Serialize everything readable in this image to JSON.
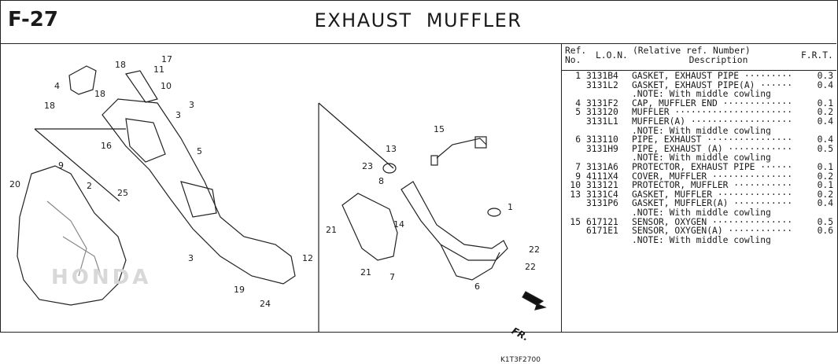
{
  "header": {
    "figure_id": "F-27",
    "title": "EXHAUST  MUFFLER"
  },
  "illustration": {
    "drawing_code": "K1T3F2700",
    "direction_label": "FR.",
    "brand_watermark": "HONDA",
    "part_labels": [
      "18",
      "17",
      "11",
      "4",
      "10",
      "18",
      "18",
      "3",
      "3",
      "16",
      "5",
      "9",
      "25",
      "2",
      "20",
      "3",
      "19",
      "24",
      "12",
      "15",
      "13",
      "23",
      "8",
      "1",
      "21",
      "14",
      "22",
      "22",
      "21",
      "7",
      "6"
    ]
  },
  "table": {
    "headers": {
      "ref_line1": "Ref.",
      "ref_line2": "No.",
      "lon": "L.O.N.",
      "desc_line1": "(Relative ref. Number)",
      "desc_line2": "Description",
      "frt": "F.R.T."
    },
    "rows": [
      {
        "ref": "1",
        "lon": "3131B4",
        "desc": "GASKET, EXHAUST PIPE ·········",
        "frt": "0.3"
      },
      {
        "ref": "",
        "lon": "3131L2",
        "desc": "GASKET, EXHAUST PIPE(A) ······",
        "frt": "0.4"
      },
      {
        "ref": "",
        "lon": "",
        "desc": ".NOTE: With middle cowling",
        "frt": ""
      },
      {
        "ref": "4",
        "lon": "3131F2",
        "desc": "CAP, MUFFLER END ·············",
        "frt": "0.1"
      },
      {
        "ref": "5",
        "lon": "313120",
        "desc": "MUFFLER ······················",
        "frt": "0.2"
      },
      {
        "ref": "",
        "lon": "3131L1",
        "desc": "MUFFLER(A) ···················",
        "frt": "0.4"
      },
      {
        "ref": "",
        "lon": "",
        "desc": ".NOTE: With middle cowling",
        "frt": ""
      },
      {
        "ref": "6",
        "lon": "313110",
        "desc": "PIPE, EXHAUST ················",
        "frt": "0.4"
      },
      {
        "ref": "",
        "lon": "3131H9",
        "desc": "PIPE, EXHAUST (A) ············",
        "frt": "0.5"
      },
      {
        "ref": "",
        "lon": "",
        "desc": ".NOTE: With middle cowling",
        "frt": ""
      },
      {
        "ref": "7",
        "lon": "3131A6",
        "desc": "PROTECTOR, EXHAUST PIPE ······",
        "frt": "0.1"
      },
      {
        "ref": "9",
        "lon": "4111X4",
        "desc": "COVER, MUFFLER ···············",
        "frt": "0.2"
      },
      {
        "ref": "10",
        "lon": "313121",
        "desc": "PROTECTOR, MUFFLER ···········",
        "frt": "0.1"
      },
      {
        "ref": "13",
        "lon": "3131C4",
        "desc": "GASKET, MUFFLER ··············",
        "frt": "0.2"
      },
      {
        "ref": "",
        "lon": "3131P6",
        "desc": "GASKET, MUFFLER(A) ···········",
        "frt": "0.4"
      },
      {
        "ref": "",
        "lon": "",
        "desc": ".NOTE: With middle cowling",
        "frt": ""
      },
      {
        "ref": "15",
        "lon": "617121",
        "desc": "SENSOR, OXYGEN ···············",
        "frt": "0.5"
      },
      {
        "ref": "",
        "lon": "6171E1",
        "desc": "SENSOR, OXYGEN(A) ············",
        "frt": "0.6"
      },
      {
        "ref": "",
        "lon": "",
        "desc": ".NOTE: With middle cowling",
        "frt": ""
      }
    ]
  }
}
